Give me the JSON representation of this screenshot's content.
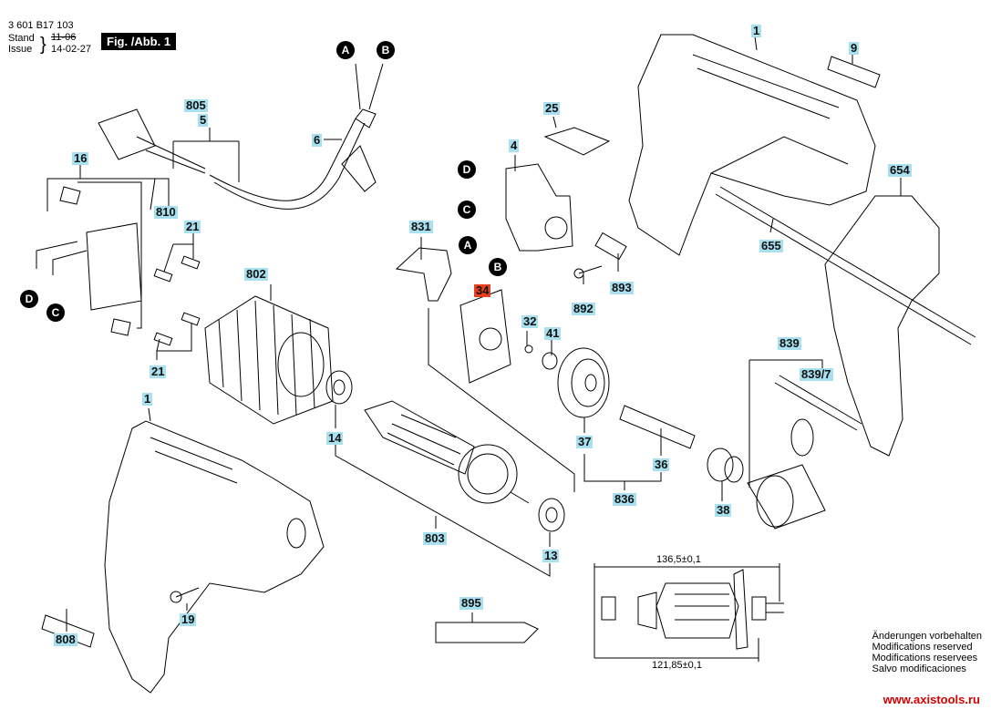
{
  "header": {
    "part_number": "3 601 B17 103",
    "stand_label": "Stand",
    "issue_label": "Issue",
    "old_date_struck": "11-06",
    "issue_date": "14-02-27",
    "figure_title": "Fig. /Abb. 1"
  },
  "callouts": {
    "c1_top": "1",
    "c9": "9",
    "c654": "654",
    "c655": "655",
    "c805": "805",
    "c5": "5",
    "c6": "6",
    "c16": "16",
    "c810": "810",
    "c21a": "21",
    "c21b": "21",
    "c802": "802",
    "c831": "831",
    "c4": "4",
    "c25": "25",
    "c34": "34",
    "c32": "32",
    "c41": "41",
    "c892": "892",
    "c893": "893",
    "c839": "839",
    "c839_7": "839/7",
    "c1_bottom": "1",
    "c14": "14",
    "c37": "37",
    "c36": "36",
    "c836": "836",
    "c38": "38",
    "c803": "803",
    "c13": "13",
    "c895": "895",
    "c19": "19",
    "c808": "808"
  },
  "connectors": {
    "A_top": "A",
    "B_top": "B",
    "D_switch": "D",
    "C_switch": "C",
    "A_switch": "A",
    "B_switch": "B",
    "D_brush": "D",
    "C_brush": "C"
  },
  "highlight_color": "#a9e0f0",
  "alert_color": "#e8401c",
  "dimensions": {
    "overall_length": "136,5±0,1",
    "inner_length": "121,85±0,1"
  },
  "notes": [
    "Änderungen vorbehalten",
    "Modifications reserved",
    "Modifications reservees",
    "Salvo modificaciones"
  ],
  "website": "www.axistools.ru"
}
